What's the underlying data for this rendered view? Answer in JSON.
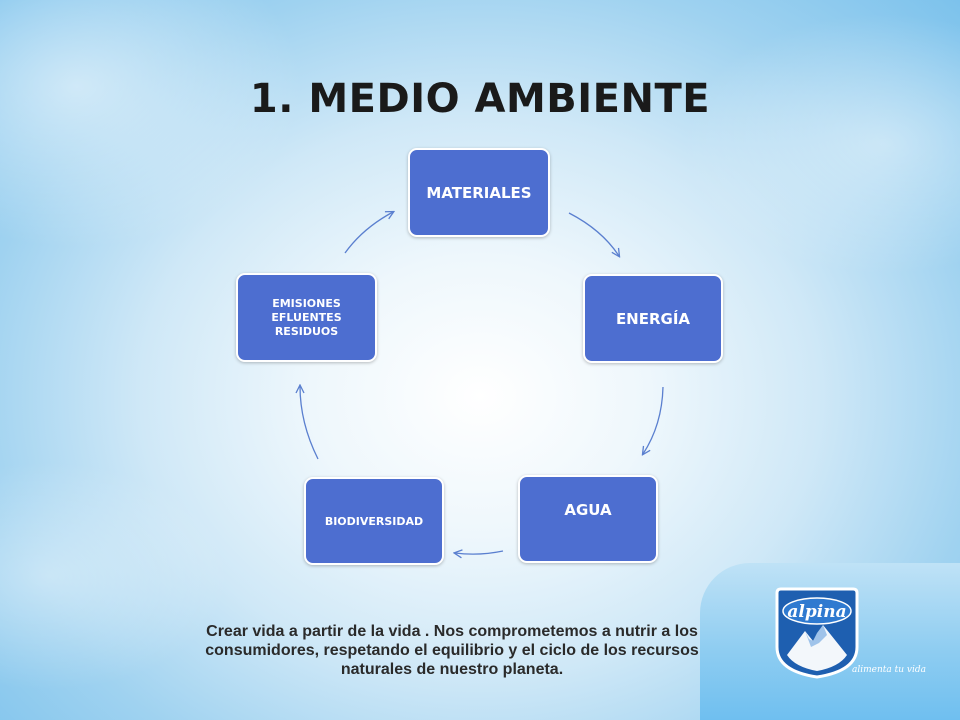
{
  "slide": {
    "title": "1. MEDIO AMBIENTE",
    "caption": "Crear vida a partir de la vida . Nos comprometemos a nutrir a los consumidores, respetando el equilibrio y el ciclo de los recursos naturales de nuestro planeta."
  },
  "diagram": {
    "type": "cycle",
    "nodes": [
      {
        "id": "materiales",
        "label": "MATERIALES"
      },
      {
        "id": "energia",
        "label": "ENERGÍA"
      },
      {
        "id": "agua",
        "label": "AGUA"
      },
      {
        "id": "biodiversidad",
        "label": "BIODIVERSIDAD"
      },
      {
        "id": "emisiones",
        "lines": [
          "EMISIONES",
          "EFLUENTES",
          "RESIDUOS"
        ]
      }
    ],
    "edges": [
      {
        "from": "materiales",
        "to": "energia"
      },
      {
        "from": "energia",
        "to": "agua"
      },
      {
        "from": "agua",
        "to": "biodiversidad"
      },
      {
        "from": "biodiversidad",
        "to": "emisiones"
      },
      {
        "from": "emisiones",
        "to": "materiales"
      }
    ],
    "colors": {
      "node_fill": "#4d6ed0",
      "node_border": "#ffffff",
      "arrow": "#5a7fcf"
    }
  },
  "brand": {
    "logo_text": "alpina",
    "tagline": "alimenta tu vida",
    "colors": {
      "badge": "#1e5fb0",
      "panel": "#8fcdf1"
    }
  }
}
